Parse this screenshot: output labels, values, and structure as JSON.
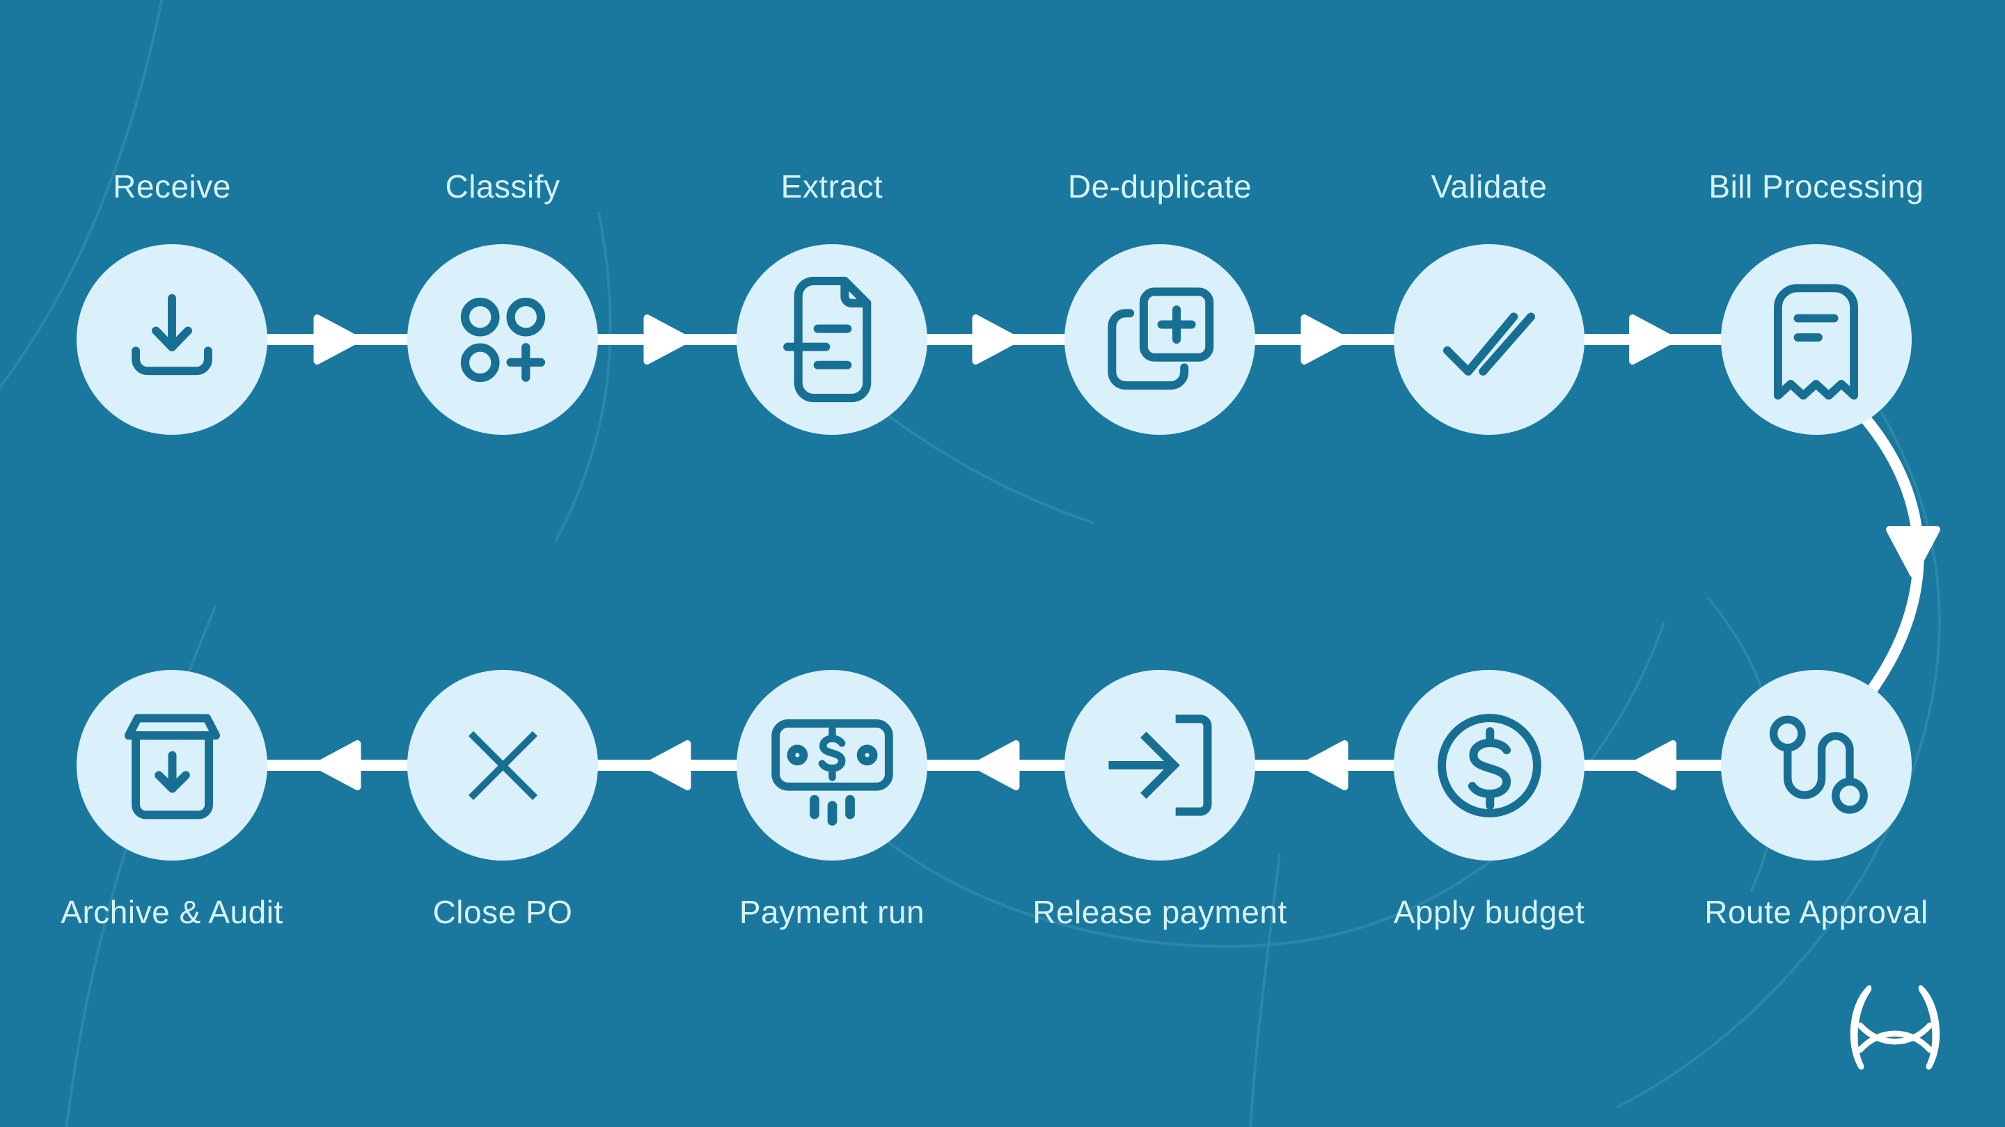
{
  "diagram": {
    "rows": {
      "top": {
        "arrow_direction": "right",
        "nodes": [
          {
            "label": "Receive",
            "icon": "download-tray-icon"
          },
          {
            "label": "Classify",
            "icon": "circles-plus-icon"
          },
          {
            "label": "Extract",
            "icon": "document-extract-icon"
          },
          {
            "label": "De-duplicate",
            "icon": "copy-plus-icon"
          },
          {
            "label": "Validate",
            "icon": "double-check-icon"
          },
          {
            "label": "Bill Processing",
            "icon": "receipt-icon"
          }
        ]
      },
      "bottom": {
        "arrow_direction": "left",
        "nodes": [
          {
            "label": "Archive & Audit",
            "icon": "archive-box-icon"
          },
          {
            "label": "Close PO",
            "icon": "x-mark-icon"
          },
          {
            "label": "Payment run",
            "icon": "banknote-icon"
          },
          {
            "label": "Release payment",
            "icon": "arrow-into-bracket-icon"
          },
          {
            "label": "Apply budget",
            "icon": "circle-dollar-icon"
          },
          {
            "label": "Route Approval",
            "icon": "route-path-icon"
          }
        ]
      },
      "row_link_arrow": "down"
    },
    "colors": {
      "background": "#1a789e",
      "node_fill": "#daf0fa",
      "icon_stroke": "#176f94",
      "label_text": "#d6f2f5",
      "connector": "#ffffff",
      "decorative_arc": "#3c93b1"
    },
    "logo": {
      "name": "brand-mark-logo"
    }
  }
}
